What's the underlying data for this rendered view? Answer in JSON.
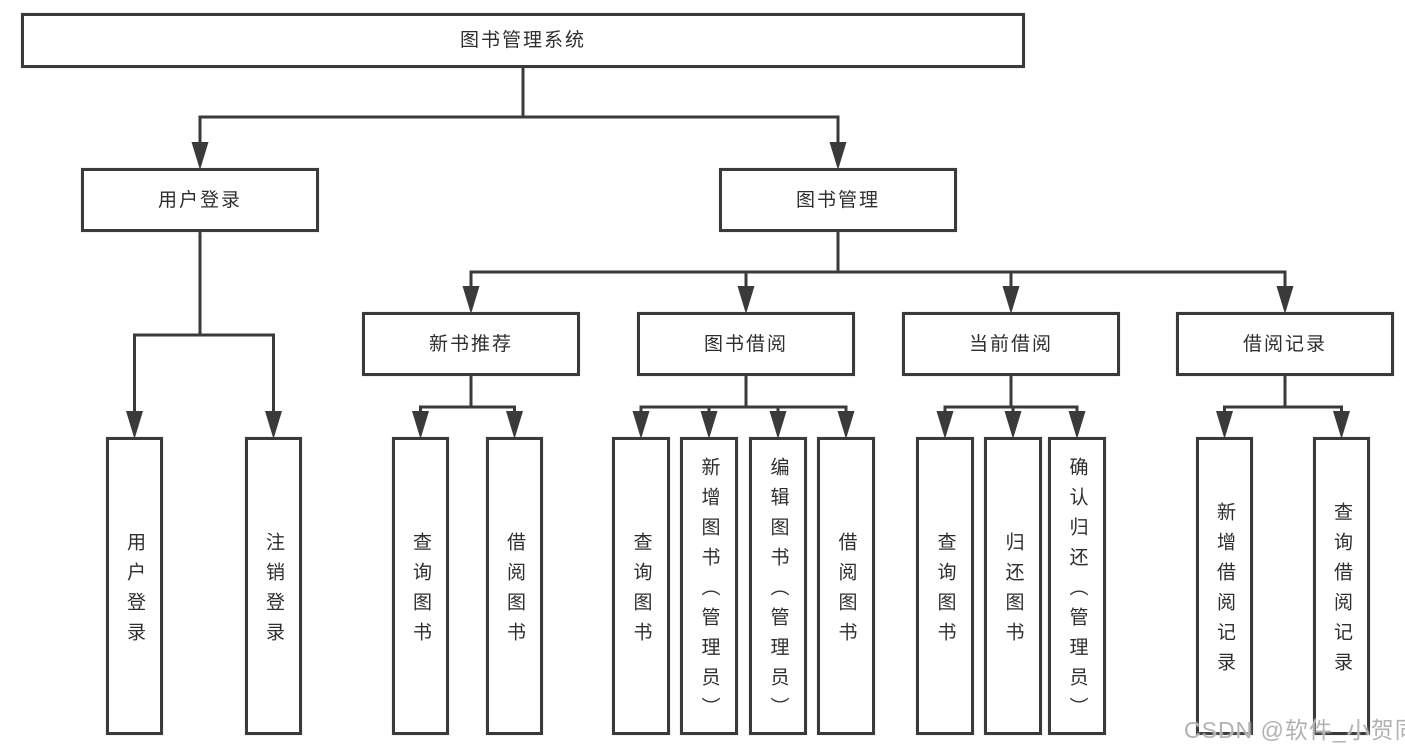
{
  "diagram_title": "图书管理系统",
  "colors": {
    "line": "#3a3a3a",
    "box_border": "#3a3a3a",
    "text": "#2e2e2e",
    "background": "#ffffff",
    "watermark": "#b2b2b2"
  },
  "nodes": [
    {
      "id": "root",
      "label": "图书管理系统",
      "parent": null
    },
    {
      "id": "user-login",
      "label": "用户登录",
      "parent": "root"
    },
    {
      "id": "book-mgmt",
      "label": "图书管理",
      "parent": "root"
    },
    {
      "id": "ul-login",
      "label": "用户登录",
      "parent": "user-login"
    },
    {
      "id": "ul-logout",
      "label": "注销登录",
      "parent": "user-login"
    },
    {
      "id": "new-books",
      "label": "新书推荐",
      "parent": "book-mgmt"
    },
    {
      "id": "borrow",
      "label": "图书借阅",
      "parent": "book-mgmt"
    },
    {
      "id": "current",
      "label": "当前借阅",
      "parent": "book-mgmt"
    },
    {
      "id": "records",
      "label": "借阅记录",
      "parent": "book-mgmt"
    },
    {
      "id": "nb-query",
      "label": "查询图书",
      "parent": "new-books"
    },
    {
      "id": "nb-borrow",
      "label": "借阅图书",
      "parent": "new-books"
    },
    {
      "id": "bw-query",
      "label": "查询图书",
      "parent": "borrow"
    },
    {
      "id": "bw-add",
      "label": "新增图书（管理员）",
      "parent": "borrow"
    },
    {
      "id": "bw-edit",
      "label": "编辑图书（管理员）",
      "parent": "borrow"
    },
    {
      "id": "bw-borrow",
      "label": "借阅图书",
      "parent": "borrow"
    },
    {
      "id": "cur-query",
      "label": "查询图书",
      "parent": "current"
    },
    {
      "id": "cur-return",
      "label": "归还图书",
      "parent": "current"
    },
    {
      "id": "cur-confirm",
      "label": "确认归还（管理员）",
      "parent": "current"
    },
    {
      "id": "rec-add",
      "label": "新增借阅记录",
      "parent": "records"
    },
    {
      "id": "rec-query",
      "label": "查询借阅记录",
      "parent": "records"
    }
  ],
  "watermark": {
    "text": "CSDN @软件_小贺同学"
  }
}
